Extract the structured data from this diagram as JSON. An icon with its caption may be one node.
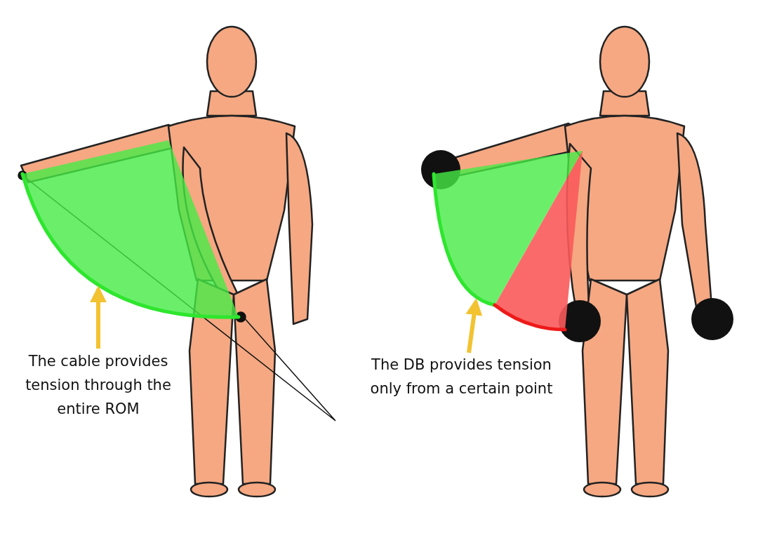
{
  "diagram": {
    "nodes": [
      {
        "text": [
          "The cable provides tension through the entire ROM"
        ]
      },
      {
        "text": [],
        "shape": "picture"
      },
      {
        "text": [
          "The DB provides tension only from a certain point"
        ]
      },
      {
        "text": [],
        "shape": "picture"
      }
    ],
    "edges": [
      {
        "from": 0,
        "to": 1,
        "arrow": "to"
      },
      {
        "from": 2,
        "to": 3,
        "arrow": "to"
      }
    ]
  }
}
